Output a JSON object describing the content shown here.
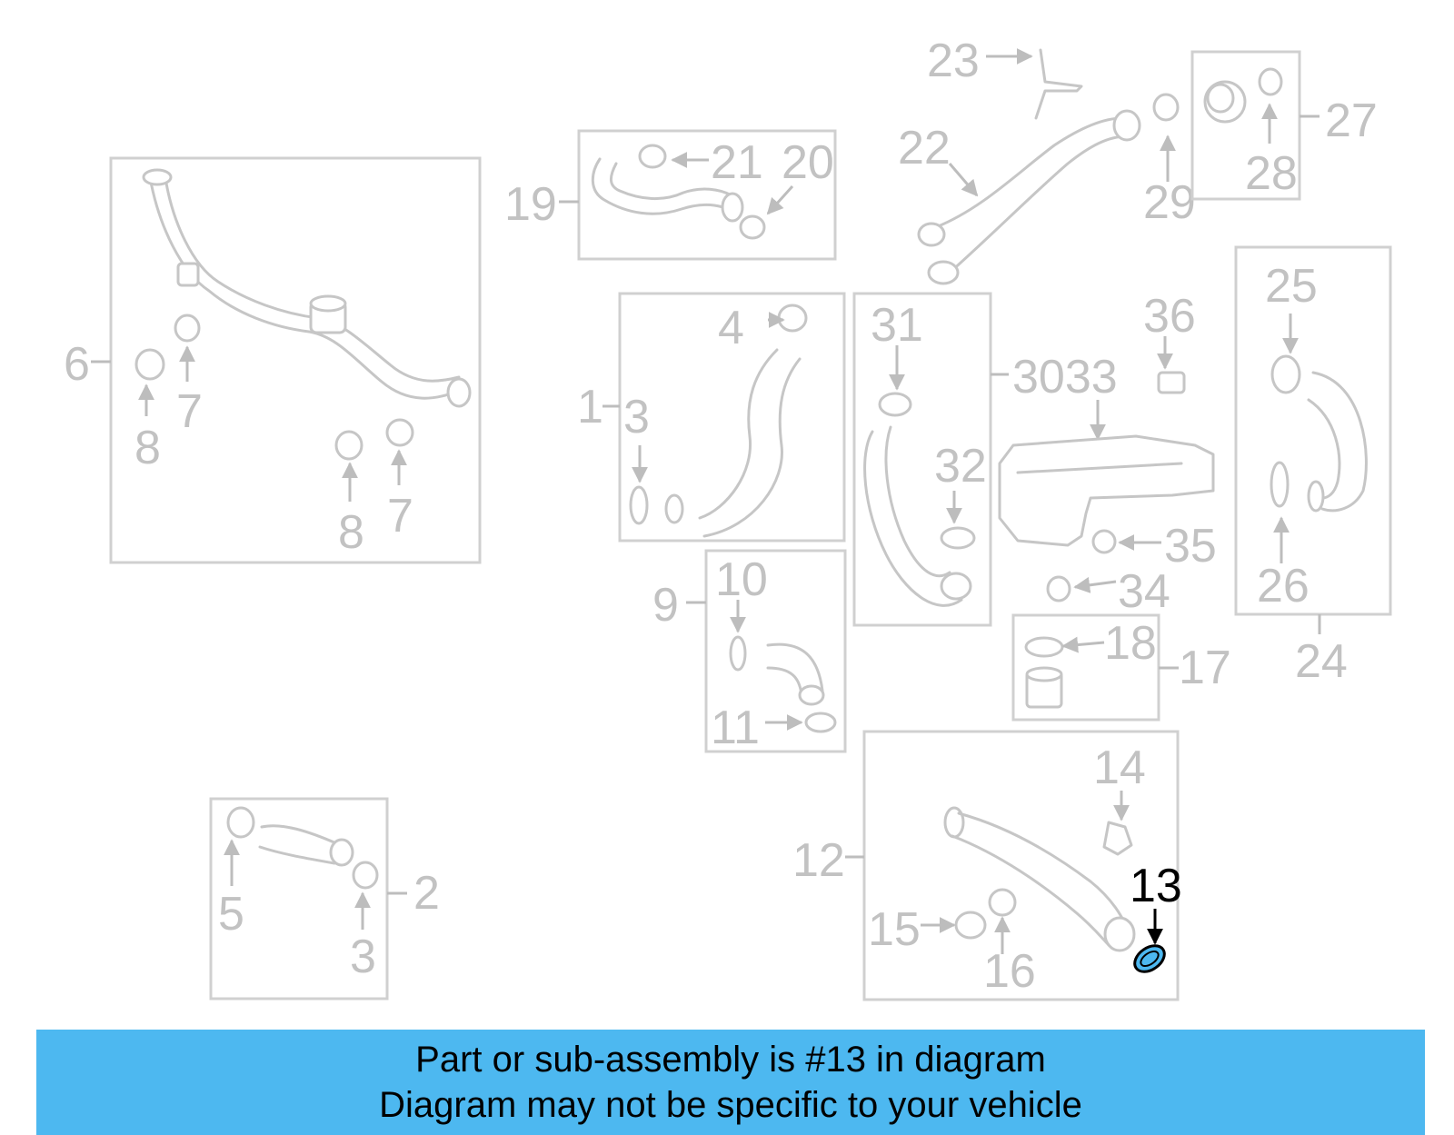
{
  "diagram": {
    "highlighted_part": "13",
    "labels": {
      "l1": "1",
      "l2": "2",
      "l3a": "3",
      "l3b": "3",
      "l4": "4",
      "l5": "5",
      "l6": "6",
      "l7a": "7",
      "l7b": "7",
      "l8a": "8",
      "l8b": "8",
      "l9": "9",
      "l10": "10",
      "l11": "11",
      "l12": "12",
      "l13": "13",
      "l14": "14",
      "l15": "15",
      "l16": "16",
      "l17": "17",
      "l18": "18",
      "l19": "19",
      "l20": "20",
      "l21": "21",
      "l22": "22",
      "l23": "23",
      "l24": "24",
      "l25": "25",
      "l26": "26",
      "l27": "27",
      "l28": "28",
      "l29": "29",
      "l3033": "3033",
      "l31": "31",
      "l32": "32",
      "l34": "34",
      "l35": "35",
      "l36": "36"
    },
    "colors": {
      "highlight": "#000000",
      "lines": "#c6c6c6",
      "footer_bg": "#4db8f0"
    }
  },
  "footer": {
    "line1": "Part or sub-assembly is #13 in diagram",
    "line2": "Diagram may not be specific to your vehicle"
  }
}
